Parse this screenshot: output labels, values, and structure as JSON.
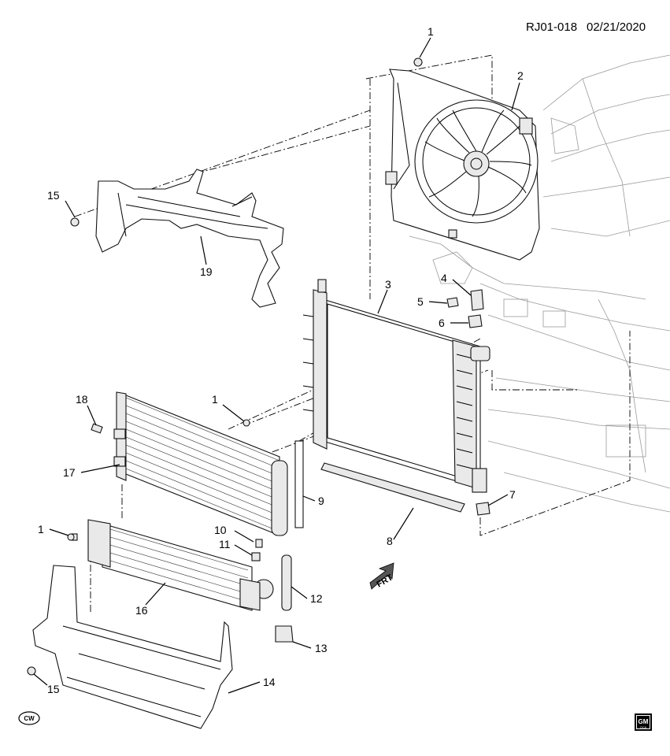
{
  "header": {
    "code": "RJ01-018",
    "date": "02/21/2020"
  },
  "callouts": [
    {
      "id": "c1a",
      "text": "1"
    },
    {
      "id": "c2",
      "text": "2"
    },
    {
      "id": "c3",
      "text": "3"
    },
    {
      "id": "c4",
      "text": "4"
    },
    {
      "id": "c5",
      "text": "5"
    },
    {
      "id": "c6",
      "text": "6"
    },
    {
      "id": "c7",
      "text": "7"
    },
    {
      "id": "c8",
      "text": "8"
    },
    {
      "id": "c9",
      "text": "9"
    },
    {
      "id": "c10",
      "text": "10"
    },
    {
      "id": "c11",
      "text": "11"
    },
    {
      "id": "c12",
      "text": "12"
    },
    {
      "id": "c13",
      "text": "13"
    },
    {
      "id": "c14",
      "text": "14"
    },
    {
      "id": "c15a",
      "text": "15"
    },
    {
      "id": "c15b",
      "text": "15"
    },
    {
      "id": "c16",
      "text": "16"
    },
    {
      "id": "c17",
      "text": "17"
    },
    {
      "id": "c18",
      "text": "18"
    },
    {
      "id": "c19",
      "text": "19"
    },
    {
      "id": "c1b",
      "text": "1"
    },
    {
      "id": "c1c",
      "text": "1"
    }
  ],
  "frt_label": "FRT",
  "cw_badge": "CW",
  "logo": {
    "top": "GM",
    "bottom": "OCA"
  }
}
